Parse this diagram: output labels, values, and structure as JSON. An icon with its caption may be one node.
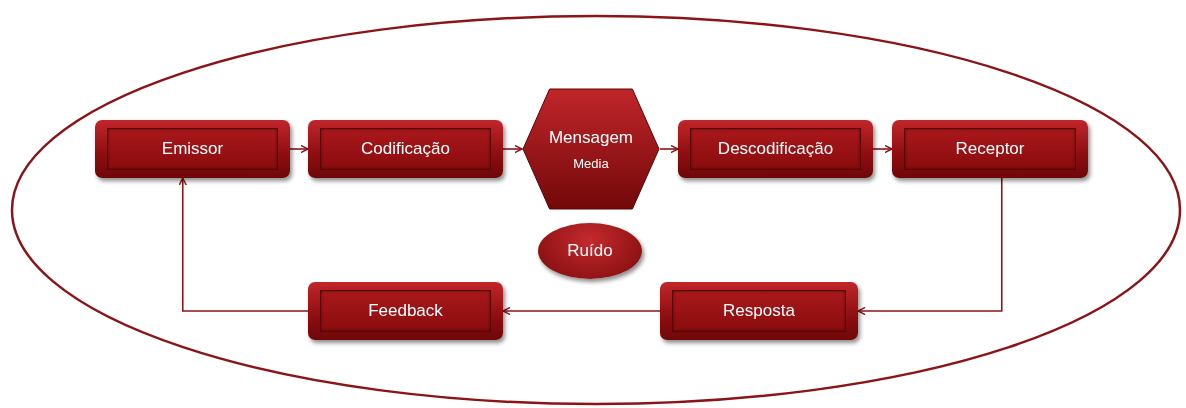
{
  "diagram": {
    "nodes": [
      {
        "text": [],
        "shape": "ellipse"
      },
      {
        "text": [
          "Emissor"
        ],
        "in": 0
      },
      {
        "text": [
          "Codificação"
        ],
        "in": 0
      },
      {
        "text": [
          "Mensagem",
          "Media"
        ],
        "in": 0
      },
      {
        "text": [
          "Descodificação"
        ],
        "in": 0
      },
      {
        "text": [
          "Receptor"
        ],
        "in": 0
      },
      {
        "text": [
          "Ruído"
        ],
        "in": 0
      },
      {
        "text": [
          "Feedback"
        ],
        "in": 0
      },
      {
        "text": [
          "Resposta"
        ],
        "in": 0
      }
    ],
    "edges": [
      {
        "from": 1,
        "to": 2,
        "arrow": "to"
      },
      {
        "from": 2,
        "to": 3,
        "arrow": "to"
      },
      {
        "from": 3,
        "to": 4,
        "arrow": "to"
      },
      {
        "from": 4,
        "to": 5,
        "arrow": "to"
      },
      {
        "from": 5,
        "to": 8,
        "arrow": "to"
      },
      {
        "from": 8,
        "to": 7,
        "arrow": "to"
      },
      {
        "from": 7,
        "to": 1,
        "arrow": "to"
      }
    ]
  }
}
